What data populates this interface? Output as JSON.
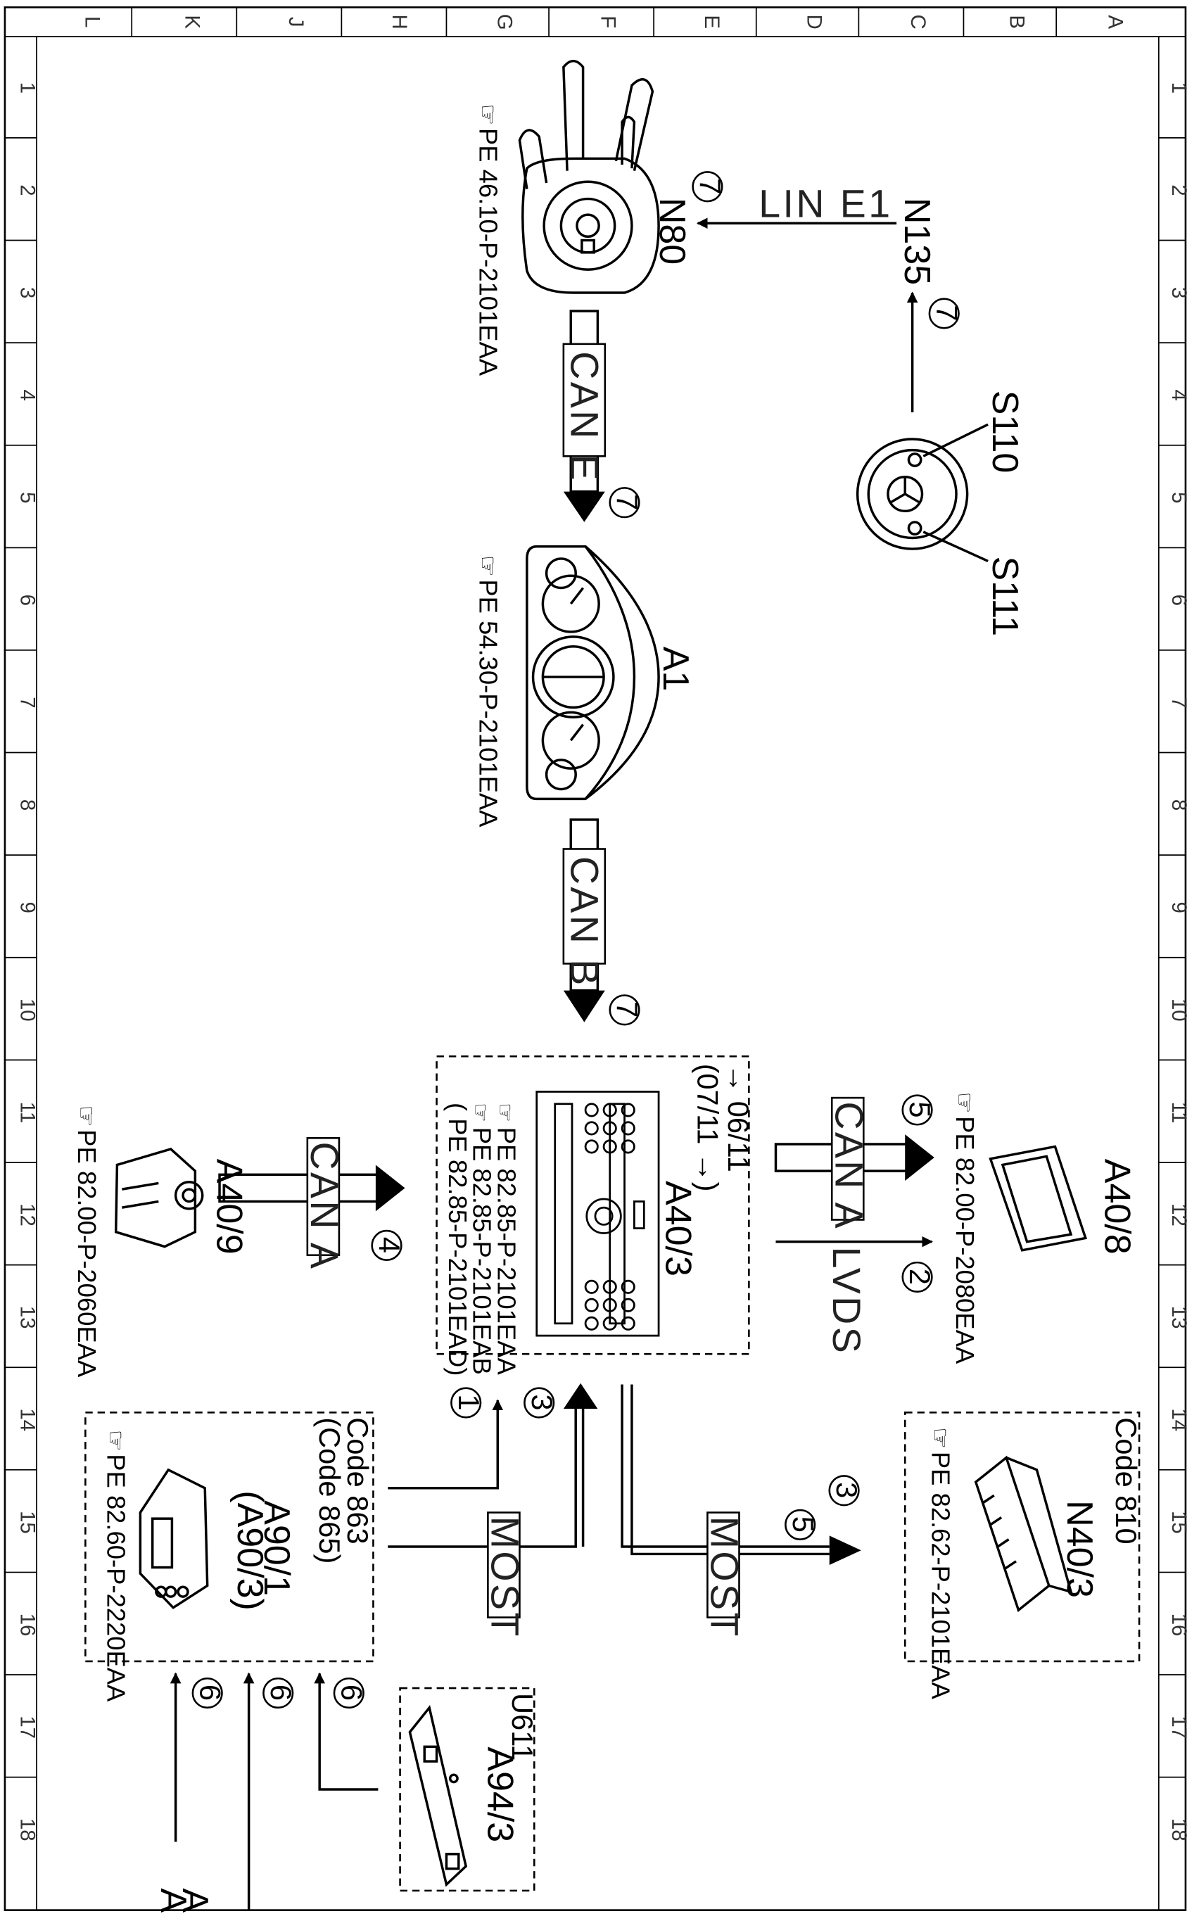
{
  "grid": {
    "columns": [
      "L",
      "K",
      "J",
      "H",
      "G",
      "F",
      "E",
      "D",
      "C",
      "B",
      "A"
    ],
    "rows": [
      "1",
      "2",
      "3",
      "4",
      "5",
      "6",
      "7",
      "8",
      "9",
      "10",
      "11",
      "12",
      "13",
      "14",
      "15",
      "16",
      "17",
      "18"
    ]
  },
  "components": {
    "n80": {
      "id": "N80",
      "pe": "PE 46.10-P-2101EAA"
    },
    "n135": {
      "id": "N135"
    },
    "s110": {
      "id": "S110"
    },
    "s111": {
      "id": "S111"
    },
    "a1": {
      "id": "A1",
      "pe": "PE 54.30-P-2101EAA"
    },
    "a40_3": {
      "id": "A40/3",
      "date_1": "→ 06/11",
      "date_2": "(07/11 →)",
      "pe_1": "PE 82.85-P-2101EAA",
      "pe_2": "PE 82.85-P-2101EAB",
      "pe_3": "( PE 82.85-P-2101EAD)"
    },
    "a40_9": {
      "id": "A40/9",
      "pe": "PE 82.00-P-2060EAA"
    },
    "a40_8": {
      "id": "A40/8",
      "pe": "PE 82.00-P-2080EAA"
    },
    "n40_3": {
      "id": "N40/3",
      "code": "Code 810",
      "pe": "PE 82.62-P-2101EAA"
    },
    "a90_1": {
      "id": "A90/1",
      "id_alt": "(A90/3)",
      "code": "Code 863",
      "code_alt": "(Code 865)",
      "pe": "PE 82.60-P-2220EAA"
    },
    "a94_3": {
      "id": "A94/3",
      "code": "U611"
    }
  },
  "buses": {
    "lin_e1": "LIN E1",
    "can_e": "CAN E",
    "can_b": "CAN B",
    "can_a_left": "CAN A",
    "can_a_right": "CAN A",
    "lvds": "LVDS",
    "most_left": "MOST",
    "most_right": "MOST"
  },
  "markers": {
    "n135_n80": "7",
    "s110_n135": "7",
    "can_e": "7",
    "can_b": "7",
    "can_a_left": "4",
    "can_a_right": "5",
    "lvds": "2",
    "most_in_1": "1",
    "most_in_3": "3",
    "most_out_3": "3",
    "most_out_5": "5",
    "feed_1": "6",
    "feed_2": "6",
    "feed_3": "6"
  },
  "offpage": {
    "label": "A"
  }
}
